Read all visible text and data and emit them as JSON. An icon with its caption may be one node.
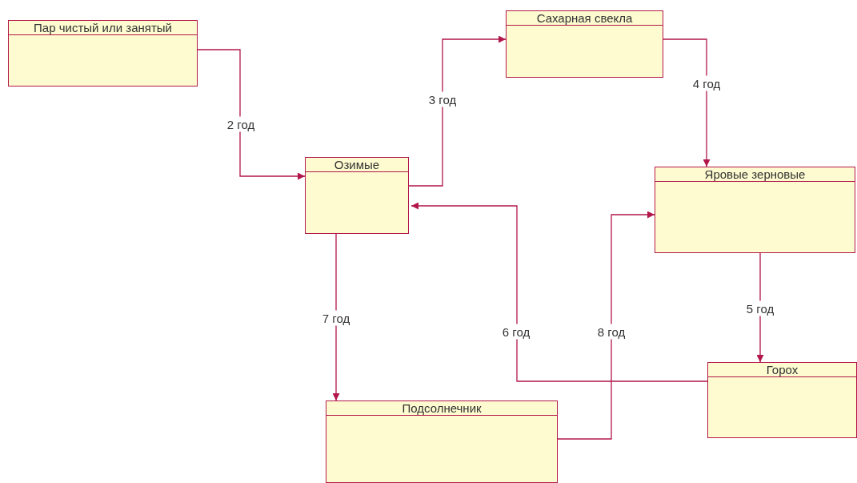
{
  "diagram": {
    "nodes": [
      {
        "text": [
          "Пар чистый или занятый"
        ]
      },
      {
        "text": [
          "Озимые"
        ]
      },
      {
        "text": [
          "Сахарная свекла"
        ]
      },
      {
        "text": [
          "Яровые зерновые"
        ]
      },
      {
        "text": [
          "Горох"
        ]
      },
      {
        "text": [
          "Подсолнечник"
        ]
      }
    ],
    "edges": [
      {
        "from": 0,
        "to": 1,
        "arrow": "to",
        "label": "2 год"
      },
      {
        "from": 1,
        "to": 2,
        "arrow": "to",
        "label": "3 год"
      },
      {
        "from": 2,
        "to": 3,
        "arrow": "to",
        "label": "4 год"
      },
      {
        "from": 3,
        "to": 4,
        "arrow": "to",
        "label": "5 год"
      },
      {
        "from": 4,
        "to": 1,
        "arrow": "to",
        "label": "6 год"
      },
      {
        "from": 1,
        "to": 5,
        "arrow": "to",
        "label": "7 год"
      },
      {
        "from": 5,
        "to": 3,
        "arrow": "to",
        "label": "8 год"
      }
    ]
  }
}
